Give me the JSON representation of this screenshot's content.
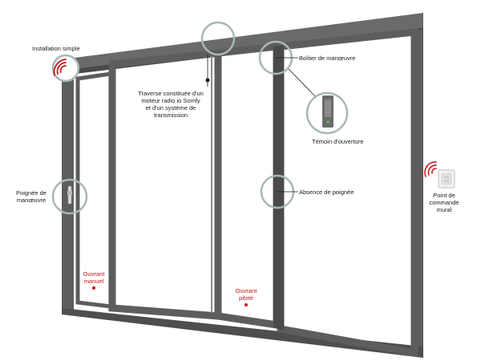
{
  "labels": {
    "installation": "Installation simple",
    "traverse": [
      "Traverse constituée d'un",
      "moteur radio io Somfy",
      "et d'un système de",
      "transmission"
    ],
    "boitier": "Boîtier de manœuvre",
    "temoin": "Témoin d'ouverture",
    "poignee": [
      "Poignée de",
      "manœuvre"
    ],
    "absence": "Absence de poignée",
    "point_commande": [
      "Point de",
      "commande",
      "mural"
    ],
    "ouvrant_manuel": [
      "Ouvrant",
      "manuel"
    ],
    "ouvrant_pilote": [
      "Ouvrant",
      "piloté"
    ]
  },
  "colors": {
    "frame": "#5d5d5f",
    "frame_dark": "#3e3e40",
    "callout_circle": "#a9b8b0",
    "accent_red": "#c4161c",
    "glass": "#ffffff"
  },
  "icons": {
    "radio_waves": "radio-waves-icon",
    "wall_switch": "wall-switch-icon",
    "control_box": "control-box-icon",
    "handle": "handle-icon"
  }
}
